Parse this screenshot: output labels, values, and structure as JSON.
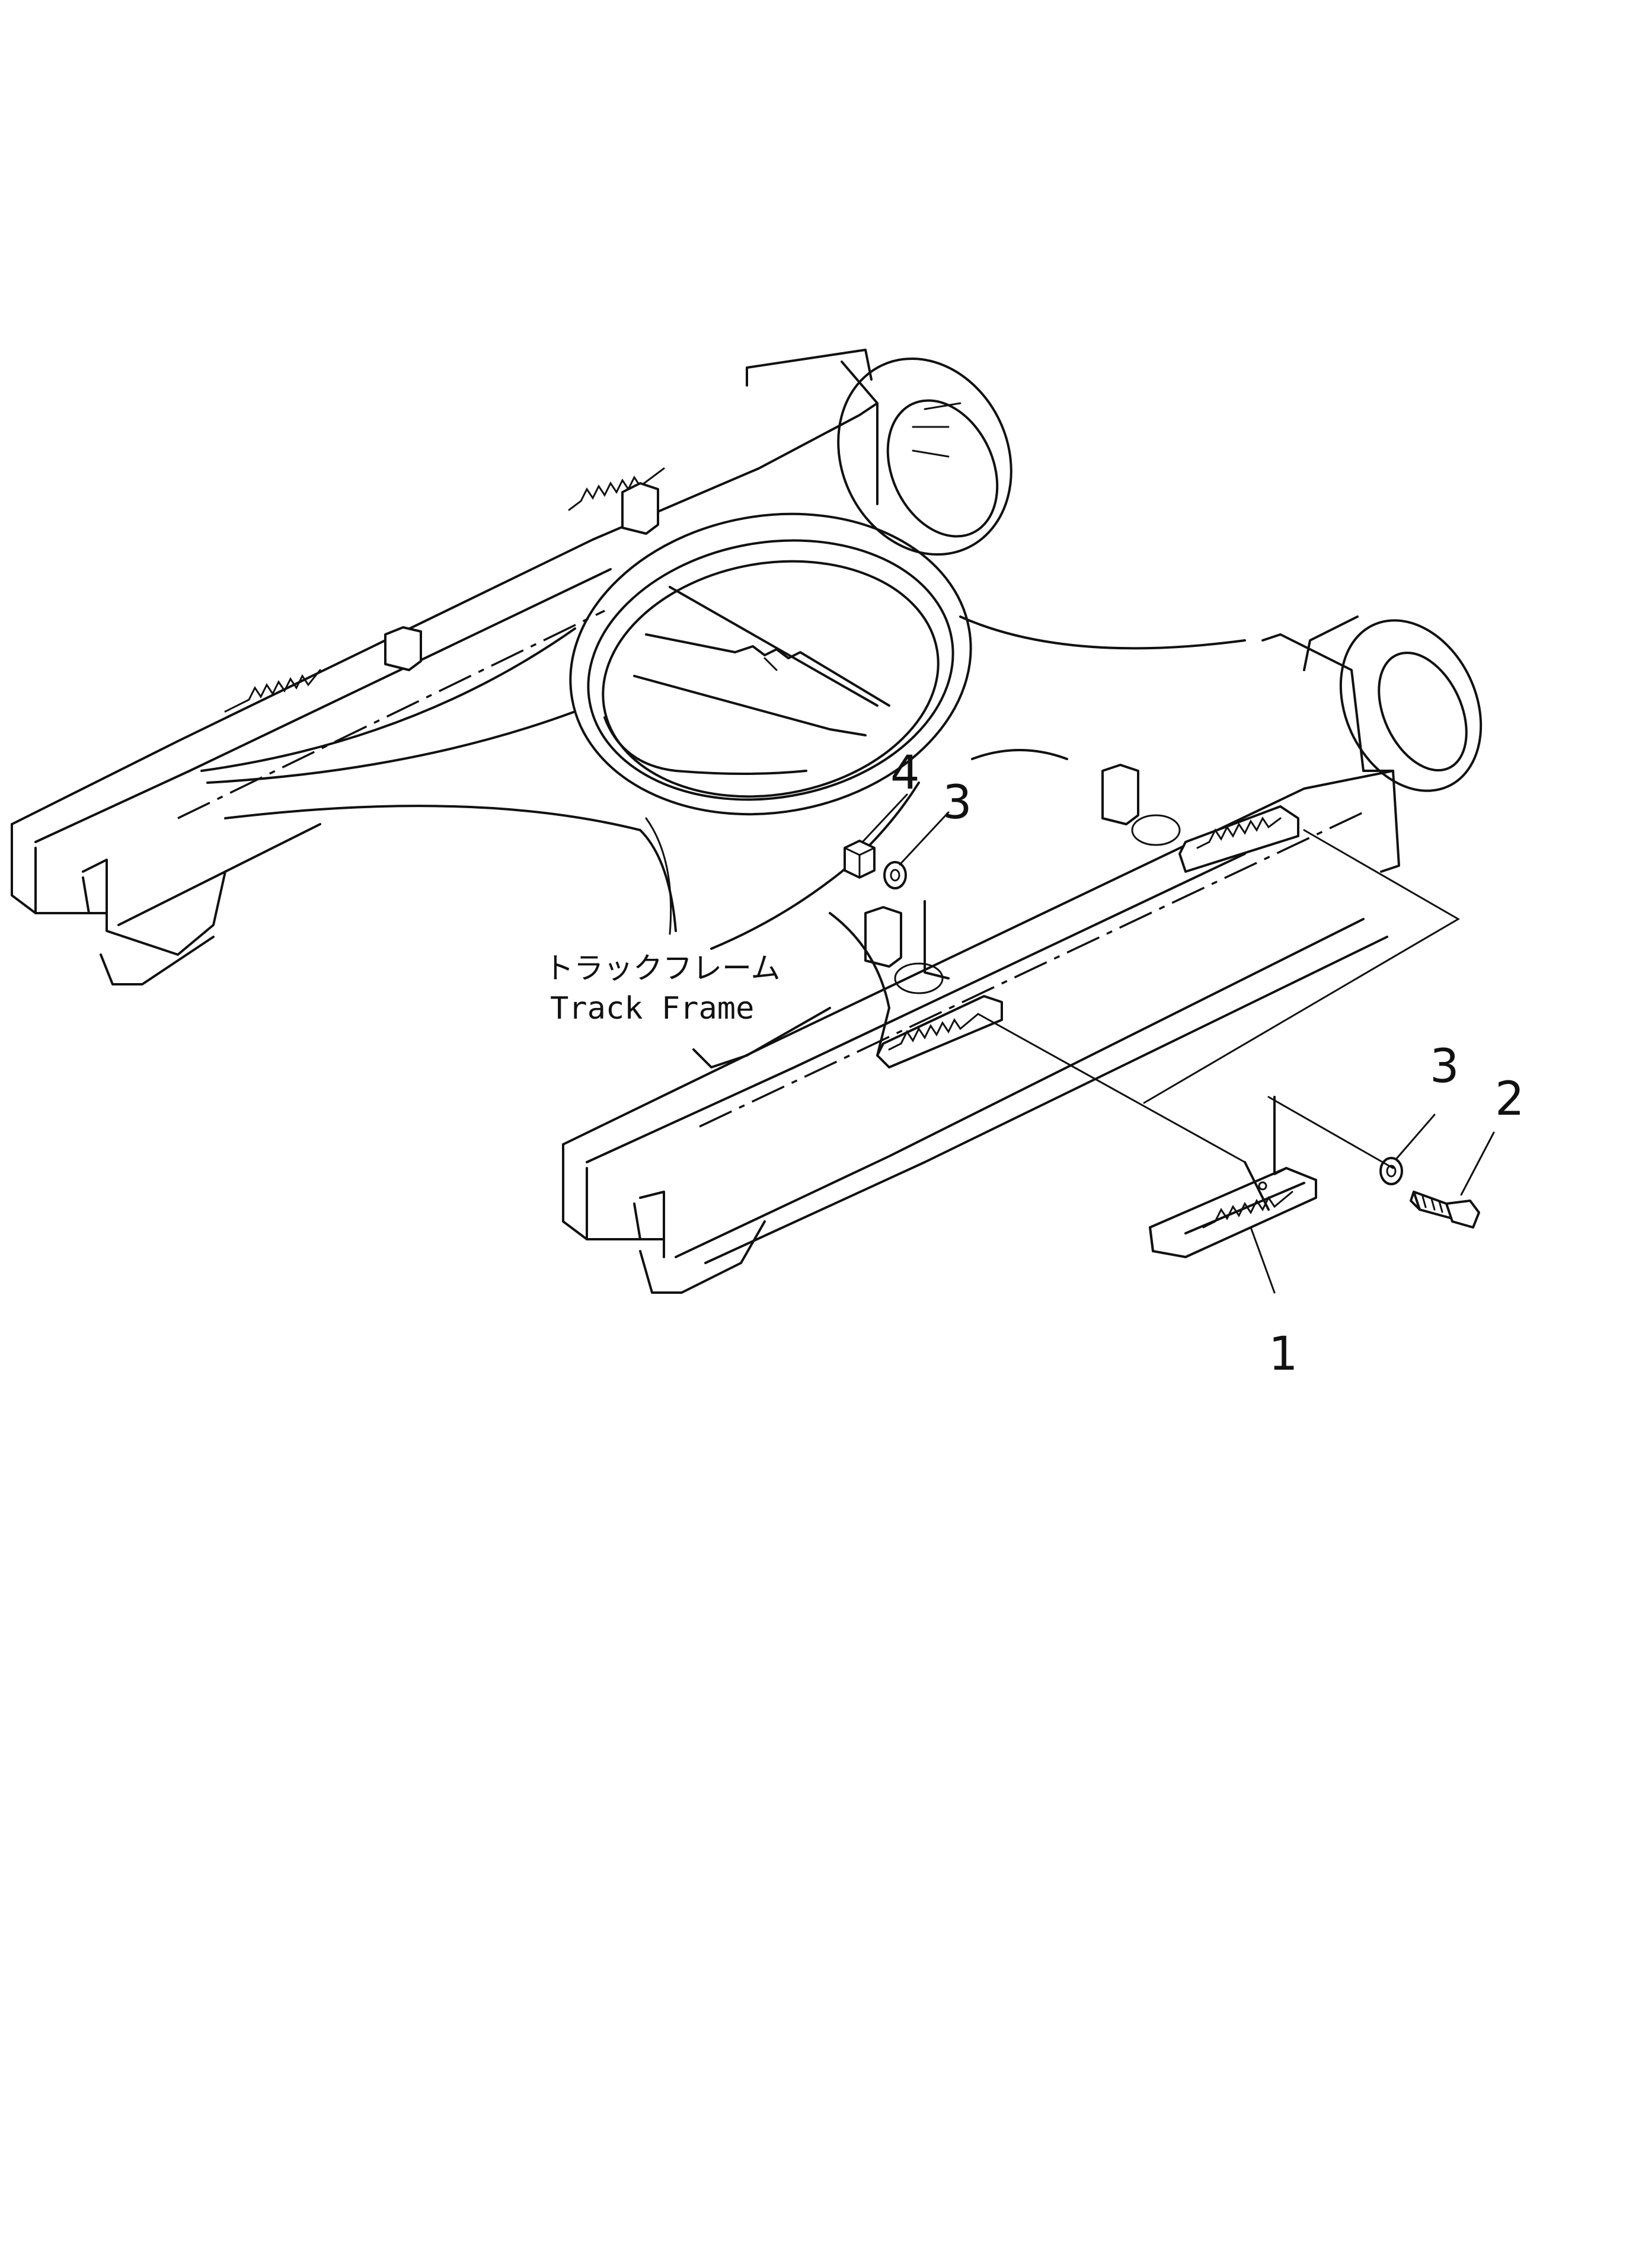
{
  "labels": {
    "frame_jp": "トラックフレーム",
    "frame_en": "Track Frame"
  },
  "callouts": {
    "c1": "1",
    "c2": "2",
    "c3_top": "3",
    "c3_right": "3",
    "c4": "4"
  }
}
